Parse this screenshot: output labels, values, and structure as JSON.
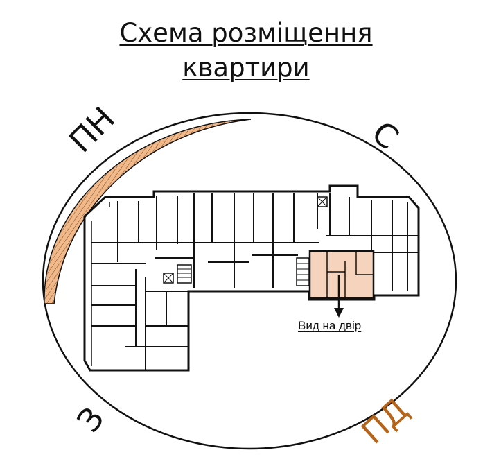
{
  "title": {
    "line1": "Схема розміщення",
    "line2": "квартири"
  },
  "directions": {
    "north_west": "ПН",
    "north": "С",
    "west": "З",
    "south": "ПД"
  },
  "view_label": "Вид на двір",
  "colors": {
    "highlight_apartment": "#f6d3bd",
    "sun_arc": "#e8a06a",
    "south_label": "#b6641a",
    "walls": "#111111"
  }
}
